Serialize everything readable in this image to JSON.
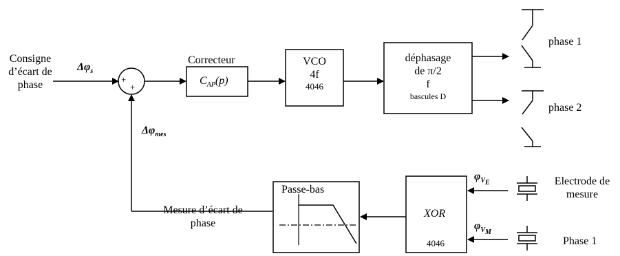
{
  "inputs": {
    "consigne_line1": "Consigne",
    "consigne_line2": "d’écart de",
    "consigne_line3": "phase",
    "delta_phi_s": "Δφ",
    "delta_phi_s_sub": "s",
    "delta_phi_mes": "Δφ",
    "delta_phi_mes_sub": "mes"
  },
  "summer": {
    "plus_top": "+",
    "plus_bottom": "+"
  },
  "correcteur": {
    "title": "Correcteur",
    "transfer": "C",
    "transfer_sub": "AP",
    "transfer_arg": "(p)"
  },
  "vco": {
    "line1": "VCO",
    "line2": "4f",
    "chip": "4046"
  },
  "dephasage": {
    "line1": "déphasage",
    "line2": "de π/2",
    "line3": "f",
    "line4": "bascules D"
  },
  "outputs": {
    "phase1": "phase 1",
    "phase2": "phase 2"
  },
  "feedback": {
    "mesure_line1": "Mesure d’écart de",
    "mesure_line2": "phase"
  },
  "passe_bas": {
    "title": "Passe-bas"
  },
  "xor": {
    "title": "XOR",
    "chip": "4046"
  },
  "electrodes": {
    "phi_ve": "φ",
    "phi_ve_sub": "V",
    "phi_ve_subsub": "E",
    "phi_vm": "φ",
    "phi_vm_sub": "V",
    "phi_vm_subsub": "M",
    "electrode_line1": "Electrode de",
    "electrode_line2": "mesure",
    "phase1": "Phase 1"
  },
  "colors": {
    "stroke": "#000000",
    "background": "#ffffff"
  }
}
